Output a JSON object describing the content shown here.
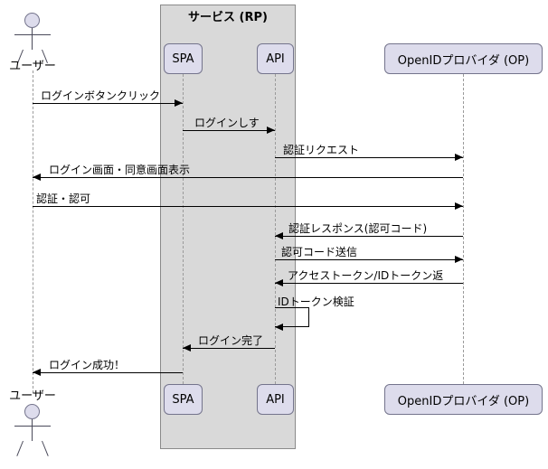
{
  "diagram": {
    "type": "uml-sequence-diagram",
    "title_group": "サービス (RP)",
    "colors": {
      "group_fill": "#d9d9d9",
      "participant_fill": "#dddcec",
      "participant_border": "#74748c",
      "lifeline": "#9b9b9b",
      "arrow": "#000000",
      "background": "#ffffff"
    }
  },
  "participants": [
    {
      "id": "user",
      "kind": "actor",
      "label_top": "ユーザー",
      "label_bottom": "ユーザー"
    },
    {
      "id": "spa",
      "kind": "box",
      "label_top": "SPA",
      "label_bottom": "SPA"
    },
    {
      "id": "api",
      "kind": "box",
      "label_top": "API",
      "label_bottom": "API"
    },
    {
      "id": "op",
      "kind": "box",
      "label_top": "OpenIDプロバイダ (OP)",
      "label_bottom": "OpenIDプロバイダ (OP)"
    }
  ],
  "group": {
    "label": "サービス (RP)",
    "members": [
      "spa",
      "api"
    ]
  },
  "messages": [
    {
      "n": 1,
      "from": "user",
      "to": "spa",
      "direction": "right",
      "label": "ログインボタンクリック"
    },
    {
      "n": 2,
      "from": "spa",
      "to": "api",
      "direction": "right",
      "label": "ログインしす"
    },
    {
      "n": 3,
      "from": "api",
      "to": "op",
      "direction": "right",
      "label": "認証リクエスト"
    },
    {
      "n": 4,
      "from": "op",
      "to": "user",
      "direction": "left",
      "label": "ログイン画面・同意画面表示"
    },
    {
      "n": 5,
      "from": "user",
      "to": "op",
      "direction": "right",
      "label": "認証・認可"
    },
    {
      "n": 6,
      "from": "op",
      "to": "api",
      "direction": "left",
      "label": "認証レスポンス(認可コード)"
    },
    {
      "n": 7,
      "from": "api",
      "to": "op",
      "direction": "right",
      "label": "認可コード送信"
    },
    {
      "n": 8,
      "from": "op",
      "to": "api",
      "direction": "left",
      "label": "アクセストークン/IDトークン返"
    },
    {
      "n": 9,
      "from": "api",
      "to": "api",
      "direction": "self",
      "label": "IDトークン検証"
    },
    {
      "n": 10,
      "from": "api",
      "to": "spa",
      "direction": "left",
      "label": "ログイン完了"
    },
    {
      "n": 11,
      "from": "spa",
      "to": "user",
      "direction": "left",
      "label": "ログイン成功！"
    }
  ]
}
